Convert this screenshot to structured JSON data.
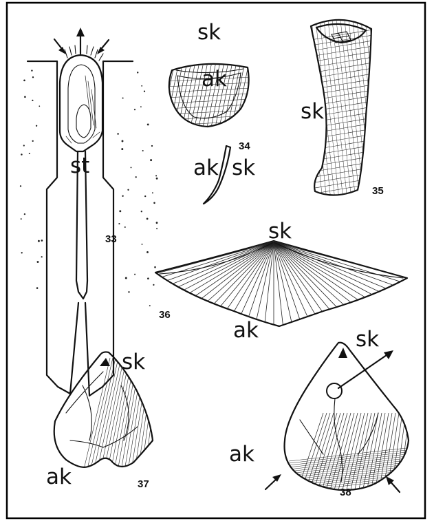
{
  "figures": [
    {
      "id": "fig-33",
      "number": "33",
      "labels": [
        "st"
      ]
    },
    {
      "id": "fig-34",
      "number": "34",
      "labels": [
        "sk",
        "ak",
        "ak",
        "sk"
      ]
    },
    {
      "id": "fig-35",
      "number": "35",
      "labels": [
        "sk"
      ]
    },
    {
      "id": "fig-36",
      "number": "36",
      "labels": [
        "sk",
        "ak"
      ]
    },
    {
      "id": "fig-37",
      "number": "37",
      "labels": [
        "sk",
        "ak"
      ]
    },
    {
      "id": "fig-38",
      "number": "38",
      "labels": [
        "sk",
        "ak"
      ]
    }
  ]
}
